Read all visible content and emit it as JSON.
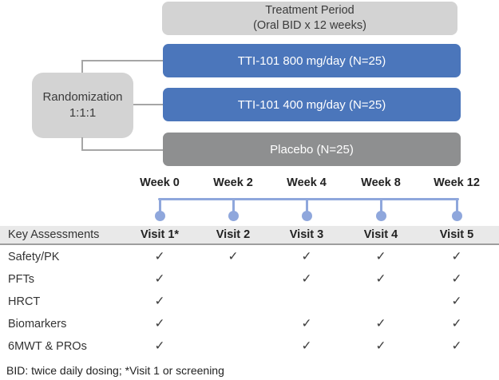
{
  "flow": {
    "treatment_period": {
      "line1": "Treatment Period",
      "line2": "(Oral BID x 12 weeks)"
    },
    "randomization": {
      "line1": "Randomization",
      "line2": "1:1:1"
    },
    "arms": [
      {
        "label": "TTI-101 800 mg/day (N=25)"
      },
      {
        "label": "TTI-101 400 mg/day (N=25)"
      },
      {
        "label": "Placebo (N=25)"
      }
    ]
  },
  "timeline": {
    "weeks": [
      "Week 0",
      "Week 2",
      "Week 4",
      "Week 8",
      "Week 12"
    ]
  },
  "assessments": {
    "header": "Key Assessments",
    "visits": [
      "Visit 1*",
      "Visit 2",
      "Visit 3",
      "Visit 4",
      "Visit 5"
    ],
    "rows": [
      {
        "label": "Safety/PK",
        "cells": [
          "✓",
          "✓",
          "✓",
          "✓",
          "✓"
        ]
      },
      {
        "label": "PFTs",
        "cells": [
          "✓",
          "",
          "✓",
          "✓",
          "✓"
        ]
      },
      {
        "label": "HRCT",
        "cells": [
          "✓",
          "",
          "",
          "",
          "✓"
        ]
      },
      {
        "label": "Biomarkers",
        "cells": [
          "✓",
          "",
          "✓",
          "✓",
          "✓"
        ]
      },
      {
        "label": "6MWT & PROs",
        "cells": [
          "✓",
          "",
          "✓",
          "✓",
          "✓"
        ]
      }
    ]
  },
  "footnote": "BID: twice daily dosing; *Visit 1 or screening",
  "colors": {
    "drug_bar": "#4b76bb",
    "placebo_bar": "#8e8f90",
    "light_box": "#d3d3d3",
    "timeline": "#8fa7dc",
    "header_band": "#e9e9e9",
    "connector": "#a6a6a6",
    "text_white": "#ffffff"
  }
}
